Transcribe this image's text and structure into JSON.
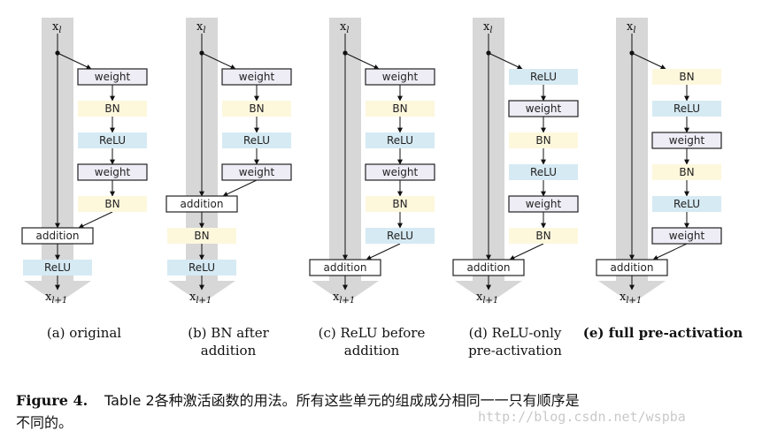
{
  "colors": {
    "arrow_bg": "#d7d7d7",
    "bn": "#fdf7dc",
    "relu": "#d6eaf3",
    "weight": "#eeedf6",
    "addition": "#ffffff",
    "line": "#111111"
  },
  "labels": {
    "x_top": "x",
    "x_top_sub": "l",
    "x_bot": "x",
    "x_bot_sub": "l+1"
  },
  "diagrams": [
    {
      "caption": [
        "(a) original"
      ],
      "bold": false,
      "blocks": [
        {
          "type": "weight",
          "text": "weight"
        },
        {
          "type": "bn",
          "text": "BN"
        },
        {
          "type": "relu",
          "text": "ReLU"
        },
        {
          "type": "weight",
          "text": "weight"
        },
        {
          "type": "bn",
          "text": "BN"
        },
        {
          "type": "addition",
          "text": "addition"
        },
        {
          "type": "relu",
          "text": "ReLU"
        }
      ]
    },
    {
      "caption": [
        "(b) BN after",
        "addition"
      ],
      "bold": false,
      "blocks": [
        {
          "type": "weight",
          "text": "weight"
        },
        {
          "type": "bn",
          "text": "BN"
        },
        {
          "type": "relu",
          "text": "ReLU"
        },
        {
          "type": "weight",
          "text": "weight"
        },
        {
          "type": "addition",
          "text": "addition"
        },
        {
          "type": "bn",
          "text": "BN"
        },
        {
          "type": "relu",
          "text": "ReLU"
        }
      ]
    },
    {
      "caption": [
        "(c) ReLU before",
        "addition"
      ],
      "bold": false,
      "blocks": [
        {
          "type": "weight",
          "text": "weight"
        },
        {
          "type": "bn",
          "text": "BN"
        },
        {
          "type": "relu",
          "text": "ReLU"
        },
        {
          "type": "weight",
          "text": "weight"
        },
        {
          "type": "bn",
          "text": "BN"
        },
        {
          "type": "relu",
          "text": "ReLU"
        },
        {
          "type": "addition",
          "text": "addition"
        }
      ]
    },
    {
      "caption": [
        "(d) ReLU-only",
        "pre-activation"
      ],
      "bold": false,
      "blocks": [
        {
          "type": "relu",
          "text": "ReLU"
        },
        {
          "type": "weight",
          "text": "weight"
        },
        {
          "type": "bn",
          "text": "BN"
        },
        {
          "type": "relu",
          "text": "ReLU"
        },
        {
          "type": "weight",
          "text": "weight"
        },
        {
          "type": "bn",
          "text": "BN"
        },
        {
          "type": "addition",
          "text": "addition"
        }
      ]
    },
    {
      "caption": [
        "(e) full pre-activation"
      ],
      "bold": true,
      "blocks": [
        {
          "type": "bn",
          "text": "BN"
        },
        {
          "type": "relu",
          "text": "ReLU"
        },
        {
          "type": "weight",
          "text": "weight"
        },
        {
          "type": "bn",
          "text": "BN"
        },
        {
          "type": "relu",
          "text": "ReLU"
        },
        {
          "type": "weight",
          "text": "weight"
        },
        {
          "type": "addition",
          "text": "addition"
        }
      ]
    }
  ],
  "figure_caption": {
    "label": "Figure 4.",
    "line1": "Table 2各种激活函数的用法。所有这些单元的组成成分相同一一只有顺序是",
    "line2": "不同的。"
  },
  "watermark": "http://blog.csdn.net/wspba"
}
